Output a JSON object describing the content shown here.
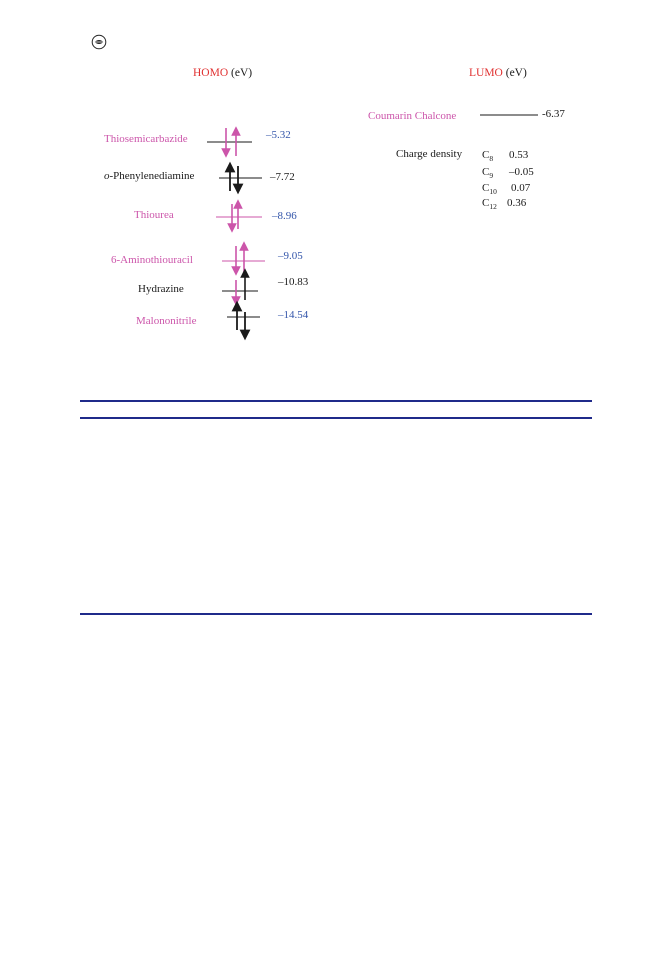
{
  "header": {
    "icon": "journal-logo-icon"
  },
  "homo": {
    "title_word": "HOMO",
    "title_unit": "(eV)",
    "levels": [
      {
        "name": "Thiosemicarbazide",
        "value": "–5.32",
        "color": "#cc55aa",
        "value_color": "#3355aa"
      },
      {
        "name_prefix": "o",
        "name": "-Phenylenediamine",
        "value": "–7.72",
        "color": "#1a1a1a",
        "value_color": "#1a1a1a"
      },
      {
        "name": "Thiourea",
        "value": "–8.96",
        "color": "#cc55aa",
        "value_color": "#3355aa"
      },
      {
        "name": "6-Aminothiouracil",
        "value": "–9.05",
        "color": "#cc55aa",
        "value_color": "#3355aa"
      },
      {
        "name": "Hydrazine",
        "value": "–10.83",
        "color": "#1a1a1a",
        "value_color": "#1a1a1a"
      },
      {
        "name": "Malononitrile",
        "value": "–14.54",
        "color": "#cc55aa",
        "value_color": "#3355aa"
      }
    ]
  },
  "lumo": {
    "title_word": "LUMO",
    "title_unit": "(eV)",
    "compound": "Coumarin Chalcone",
    "value": "-6.37",
    "charge_density_label": "Charge density",
    "charge_density": [
      {
        "atom": "C",
        "sub": "8",
        "value": "0.53"
      },
      {
        "atom": "C",
        "sub": "9",
        "value": "–0.05"
      },
      {
        "atom": "C",
        "sub": "10",
        "value": "0.07"
      },
      {
        "atom": "C",
        "sub": "12",
        "value": "0.36"
      }
    ]
  },
  "colors": {
    "accent_red": "#e03030",
    "pink": "#cc55aa",
    "blue": "#3355aa",
    "rule": "#1f2a8a"
  }
}
